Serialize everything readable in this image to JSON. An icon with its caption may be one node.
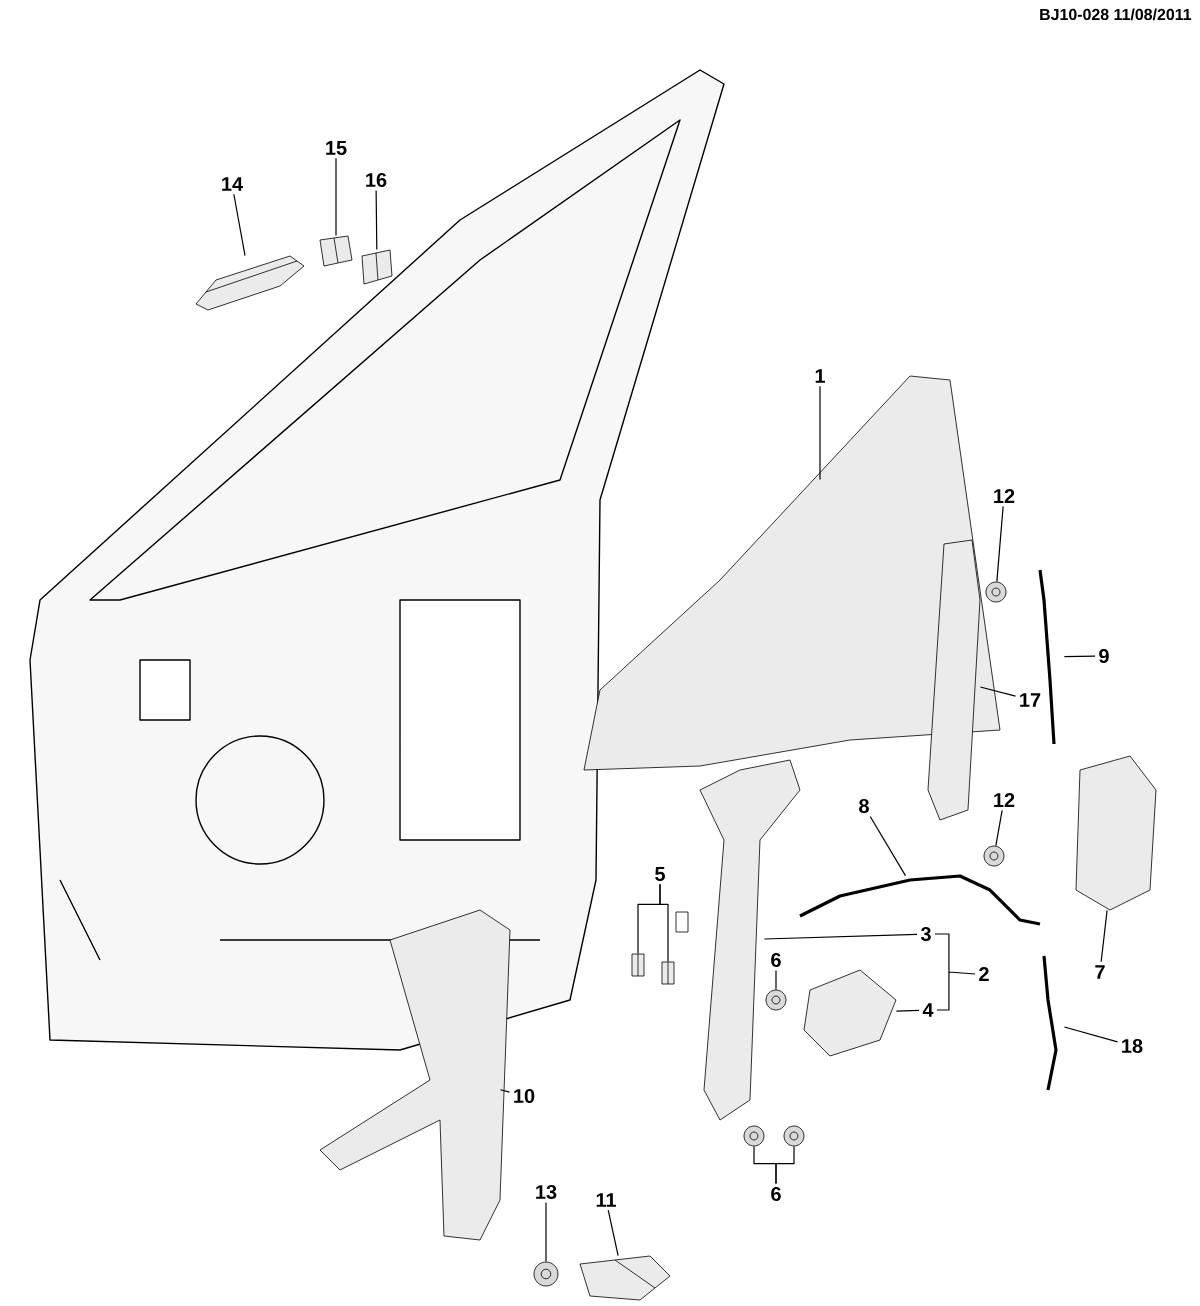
{
  "diagram": {
    "nodes": [
      {
        "text": [
          "15"
        ]
      },
      {
        "text": [
          "14"
        ]
      },
      {
        "text": [
          "16"
        ]
      },
      {
        "text": [
          "1"
        ]
      },
      {
        "text": [
          "12"
        ]
      },
      {
        "text": [
          "9"
        ]
      },
      {
        "text": [
          "17"
        ]
      },
      {
        "text": [
          "12"
        ]
      },
      {
        "text": [
          "8"
        ]
      },
      {
        "text": [
          "5"
        ]
      },
      {
        "text": [
          "3"
        ]
      },
      {
        "text": [
          "2"
        ]
      },
      {
        "text": [
          "6"
        ]
      },
      {
        "text": [
          "7"
        ]
      },
      {
        "text": [
          "4"
        ]
      },
      {
        "text": [
          "18"
        ]
      },
      {
        "text": [
          "10"
        ]
      },
      {
        "text": [
          "6"
        ]
      },
      {
        "text": [
          "13"
        ]
      },
      {
        "text": [
          "11"
        ]
      },
      {
        "text": [],
        "shape": "picture"
      },
      {
        "text": [],
        "shape": "picture"
      },
      {
        "text": [],
        "shape": "picture"
      },
      {
        "text": [],
        "shape": "picture"
      },
      {
        "text": [],
        "shape": "picture"
      },
      {
        "text": [],
        "shape": "picture"
      },
      {
        "text": [],
        "shape": "picture"
      },
      {
        "text": [],
        "shape": "picture"
      },
      {
        "text": [],
        "shape": "picture"
      },
      {
        "text": [],
        "shape": "picture"
      },
      {
        "text": [],
        "shape": "picture"
      },
      {
        "text": [],
        "shape": "picture"
      },
      {
        "text": [],
        "shape": "picture"
      },
      {
        "text": [],
        "shape": "picture"
      },
      {
        "text": [],
        "shape": "picture"
      },
      {
        "text": [],
        "shape": "picture"
      },
      {
        "text": [],
        "shape": "picture"
      },
      {
        "text": [],
        "shape": "picture"
      },
      {
        "text": [],
        "shape": "picture"
      },
      {
        "text": [],
        "shape": "picture"
      },
      {
        "text": [],
        "shape": "picture"
      }
    ],
    "edges": [
      {
        "from": 0,
        "to": 21,
        "arrow": "none"
      },
      {
        "from": 1,
        "to": 20,
        "arrow": "none"
      },
      {
        "from": 2,
        "to": 22,
        "arrow": "none"
      },
      {
        "from": 3,
        "to": 23,
        "arrow": "none"
      },
      {
        "from": 4,
        "to": 24,
        "arrow": "none"
      },
      {
        "from": 5,
        "to": 25,
        "arrow": "none"
      },
      {
        "from": 6,
        "to": 26,
        "arrow": "none"
      },
      {
        "from": 7,
        "to": 27,
        "arrow": "none"
      },
      {
        "from": 8,
        "to": 28,
        "arrow": "none"
      },
      {
        "from": 9,
        "to": 29,
        "arrow": "none"
      },
      {
        "from": 9,
        "to": 30,
        "arrow": "none"
      },
      {
        "from": 10,
        "to": 31,
        "arrow": "none"
      },
      {
        "from": 12,
        "to": 32,
        "arrow": "none"
      },
      {
        "from": 13,
        "to": 33,
        "arrow": "none"
      },
      {
        "from": 14,
        "to": 34,
        "arrow": "none"
      },
      {
        "from": 15,
        "to": 35,
        "arrow": "none"
      },
      {
        "from": 16,
        "to": 36,
        "arrow": "none"
      },
      {
        "from": 17,
        "to": 37,
        "arrow": "none"
      },
      {
        "from": 17,
        "to": 38,
        "arrow": "none"
      },
      {
        "from": 18,
        "to": 39,
        "arrow": "none"
      },
      {
        "from": 19,
        "to": 40,
        "arrow": "none"
      }
    ],
    "labels": [
      "BJ10-028  11/08/2011"
    ]
  }
}
